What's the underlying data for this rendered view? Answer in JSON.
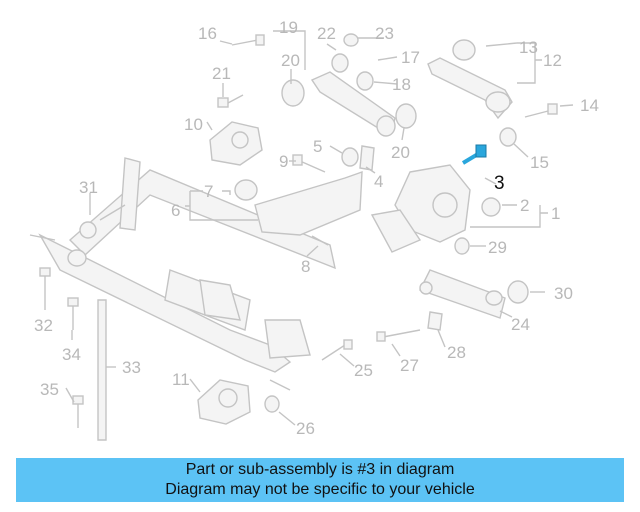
{
  "diagram": {
    "callouts": [
      "1",
      "2",
      "3",
      "4",
      "5",
      "6",
      "7",
      "8",
      "9",
      "10",
      "11",
      "12",
      "13",
      "14",
      "15",
      "16",
      "17",
      "18",
      "19",
      "20",
      "21",
      "22",
      "23",
      "24",
      "25",
      "26",
      "27",
      "28",
      "29",
      "30",
      "31",
      "32",
      "33",
      "34",
      "35"
    ],
    "highlighted_callout": "3",
    "colors": {
      "highlight": "#111111",
      "muted": "#b8b8b8",
      "bolt": "#2aa6dc",
      "banner": "#5cc3f5"
    }
  },
  "banner": {
    "line1": "Part or sub-assembly is #3 in diagram",
    "line2": "Diagram may not be specific to your vehicle"
  }
}
